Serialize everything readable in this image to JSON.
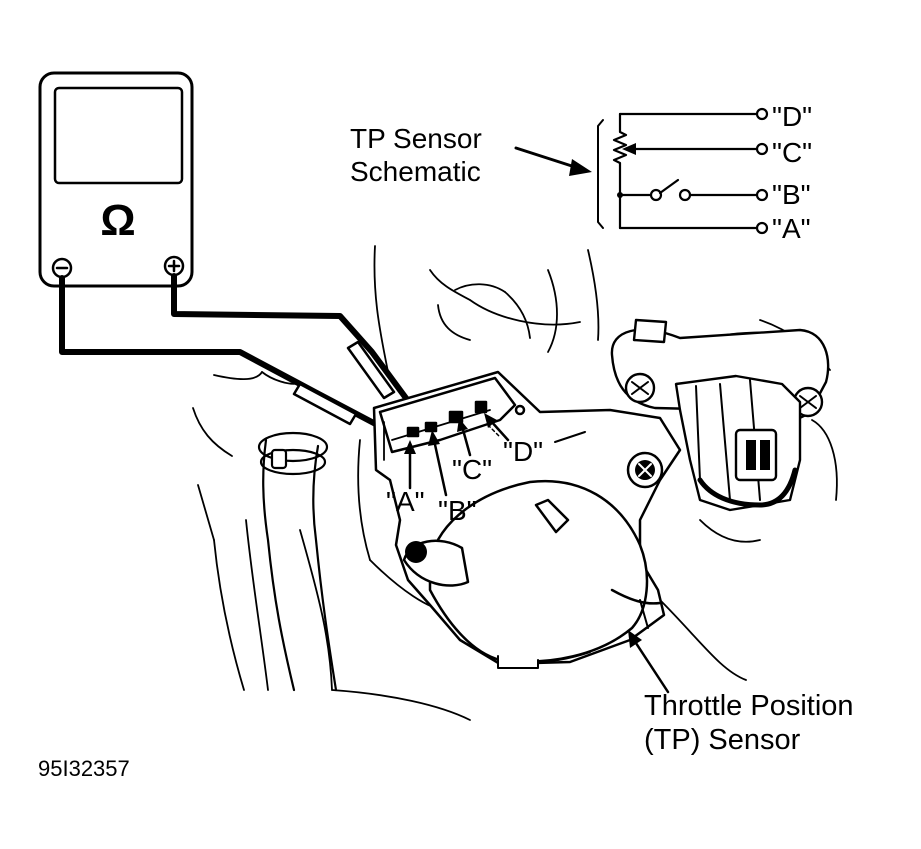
{
  "meter": {
    "symbol": "Ω",
    "neg_terminal": "⊖",
    "pos_terminal": "⊕"
  },
  "schematic": {
    "title_line1": "TP Sensor",
    "title_line2": "Schematic",
    "terminals": {
      "d": "\"D\"",
      "c": "\"C\"",
      "b": "\"B\"",
      "a": "\"A\""
    }
  },
  "connector_pins": {
    "a": "\"A\"",
    "b": "\"B\"",
    "c": "\"C\"",
    "d": "\"D\""
  },
  "component": {
    "line1": "Throttle Position",
    "line2": "(TP) Sensor"
  },
  "figure_id": "95I32357"
}
